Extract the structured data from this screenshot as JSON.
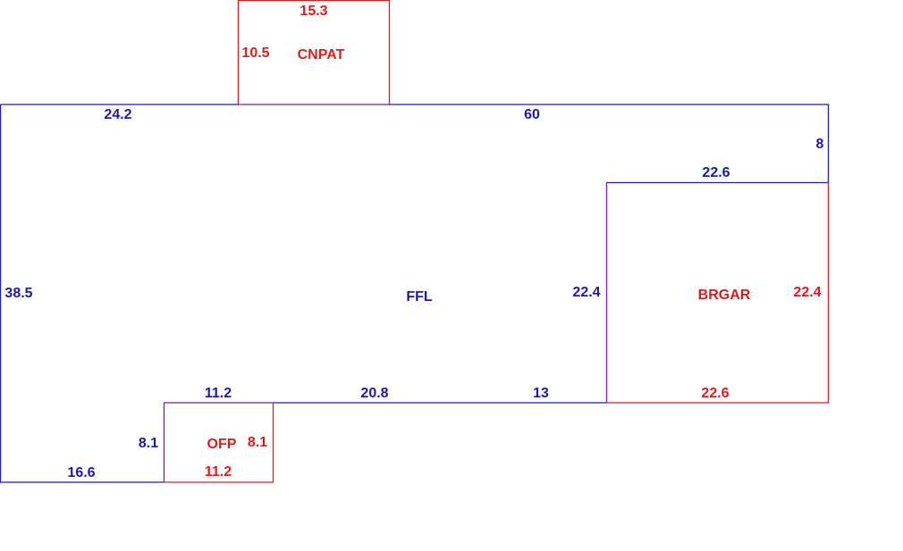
{
  "colors": {
    "main_line": "#1a1ad0",
    "main_text": "#1a1aa8",
    "addition_line": "#e01a1a",
    "addition_text": "#e01a1a",
    "shared_line": "#7a1ab8",
    "background": "#ffffff"
  },
  "areas": {
    "ffl": {
      "name": "FFL",
      "dims": {
        "top_left": "24.2",
        "top_right": "60",
        "right_upper": "8",
        "notch_top": "22.6",
        "left": "38.5",
        "inner_right": "22.4",
        "bottom_a": "11.2",
        "bottom_b": "20.8",
        "bottom_c": "13",
        "ofp_side": "8.1",
        "bottom_left": "16.6"
      }
    },
    "cnpat": {
      "name": "CNPAT",
      "dims": {
        "top": "15.3",
        "side": "10.5"
      }
    },
    "brgar": {
      "name": "BRGAR",
      "dims": {
        "right": "22.4",
        "bottom": "22.6"
      }
    },
    "ofp": {
      "name": "OFP",
      "dims": {
        "right": "8.1",
        "bottom": "11.2"
      }
    }
  }
}
